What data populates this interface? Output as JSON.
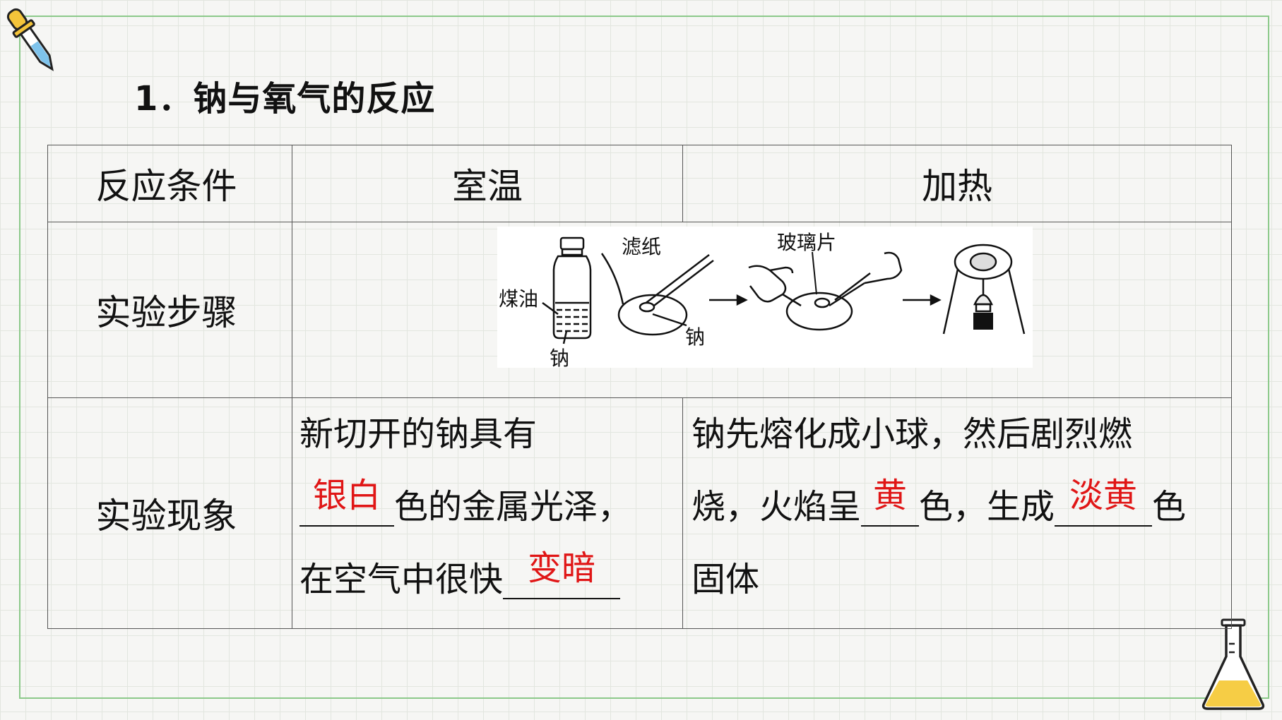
{
  "title": "1．钠与氧气的反应",
  "table": {
    "headers": [
      "反应条件",
      "室温",
      "加热"
    ],
    "row_steps_label": "实验步骤",
    "row_observe_label": "实验现象",
    "figure_labels": {
      "kerosene": "煤油",
      "sodium_bottle": "钠",
      "filter_paper": "滤纸",
      "sodium": "钠",
      "glass_piece": "玻璃片"
    },
    "room_temp": {
      "line1": "新切开的钠具有",
      "blank1": "银白",
      "line2_rest": "色的金属光泽，",
      "line3_prefix": "在空气中很快",
      "blank2": "变暗"
    },
    "heating": {
      "line1": "钠先熔化成小球，然后剧烈燃",
      "line2_a": "烧，火焰呈",
      "blank1": "黄",
      "line2_b": "色，生成",
      "blank2": "淡黄",
      "line2_c": "色",
      "line3": "固体"
    }
  },
  "colors": {
    "answer": "#e01616",
    "frame": "#8cc98a",
    "grid": "#e2e6df"
  },
  "icons": [
    "dropper-icon",
    "flask-icon"
  ]
}
